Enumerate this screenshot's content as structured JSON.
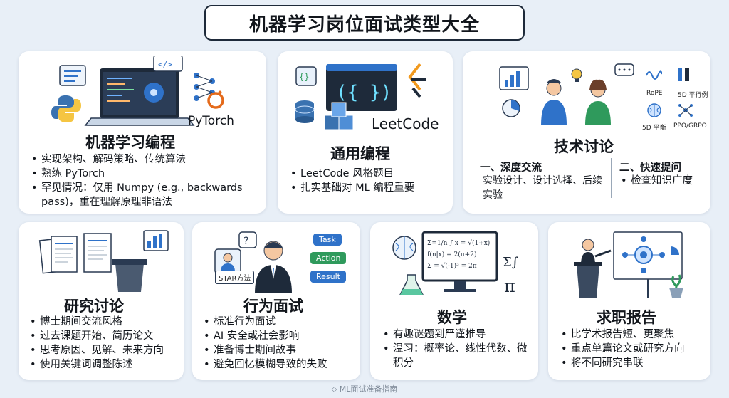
{
  "title": "机器学习岗位面试类型大全",
  "footer": "ML面试准备指南",
  "colors": {
    "accent_blue": "#2f72c9",
    "accent_orange": "#e46a1b",
    "accent_green": "#2f9a5c",
    "dark": "#1e2a3a"
  },
  "cards": {
    "ml_coding": {
      "title": "机器学习编程",
      "bullets": [
        "实现架构、解码策略、传统算法",
        "熟练 PyTorch",
        "罕见情况：仅用 Numpy (e.g., backwards pass)，重在理解原理非语法"
      ],
      "logo_text": "PyTorch",
      "icons": [
        "python-logo",
        "laptop-code",
        "neural-network",
        "pytorch-logo"
      ]
    },
    "general_coding": {
      "title": "通用编程",
      "bullets": [
        "LeetCode 风格题目",
        "扎实基础对 ML 编程重要"
      ],
      "logo_text": "LeetCode",
      "icons": [
        "code-brackets",
        "database",
        "cube-stack",
        "leetcode-logo"
      ]
    },
    "tech_discussion": {
      "title": "技术讨论",
      "section1": {
        "heading": "一、深度交流",
        "text": "实验设计、设计选择、后续实验"
      },
      "section2": {
        "heading": "二、快速提问",
        "bullets": [
          "检查知识广度"
        ]
      },
      "labels": [
        "RoPE",
        "5D 平行例",
        "5D 平衡",
        "PPO/GRPO"
      ],
      "icons": [
        "people-discussion",
        "bar-chart",
        "pie-chart",
        "lightbulb"
      ]
    },
    "research": {
      "title": "研究讨论",
      "bullets": [
        "博士期间交流风格",
        "过去课题开始、简历论文",
        "思考原因、见解、未来方向",
        "使用关键词调整陈述"
      ],
      "icons": [
        "papers",
        "podium",
        "presentation"
      ]
    },
    "behavioral": {
      "title": "行为面试",
      "bullets": [
        "标准行为面试",
        "AI 安全或社会影响",
        "准备博士期间故事",
        "避免回忆模糊导致的失败"
      ],
      "star_label": "STAR方法",
      "tags": [
        "Task",
        "Action",
        "Result"
      ],
      "icons": [
        "interviewer",
        "candidate",
        "question-bubble"
      ]
    },
    "math": {
      "title": "数学",
      "bullets": [
        "有趣谜题到严谨推导",
        "温习：概率论、线性代数、微积分"
      ],
      "icons": [
        "brain",
        "math-monitor",
        "flask",
        "sigma-integral"
      ]
    },
    "job_talk": {
      "title": "求职报告",
      "bullets": [
        "比学术报告短、更聚焦",
        "重点单篇论文或研究方向",
        "将不同研究串联"
      ],
      "icons": [
        "speaker-podium",
        "projector-screen",
        "plant"
      ]
    }
  }
}
